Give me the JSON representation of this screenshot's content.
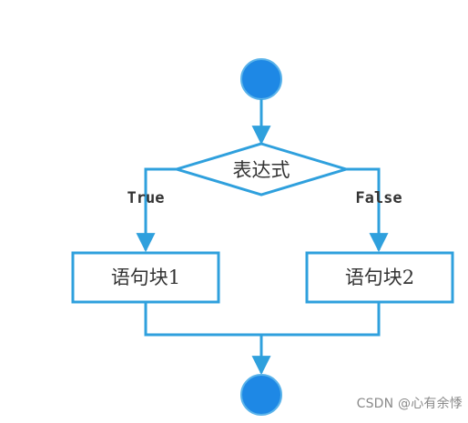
{
  "colors": {
    "accent": "#2fa0dd",
    "start_end_fill": "#1e88e5",
    "text": "#333333",
    "watermark": "#8a8a8a"
  },
  "diagram": {
    "condition_label": "表达式",
    "true_label": "True",
    "false_label": "False",
    "block1_label": "语句块1",
    "block2_label": "语句块2"
  },
  "watermark": "CSDN @心有余悸‍"
}
